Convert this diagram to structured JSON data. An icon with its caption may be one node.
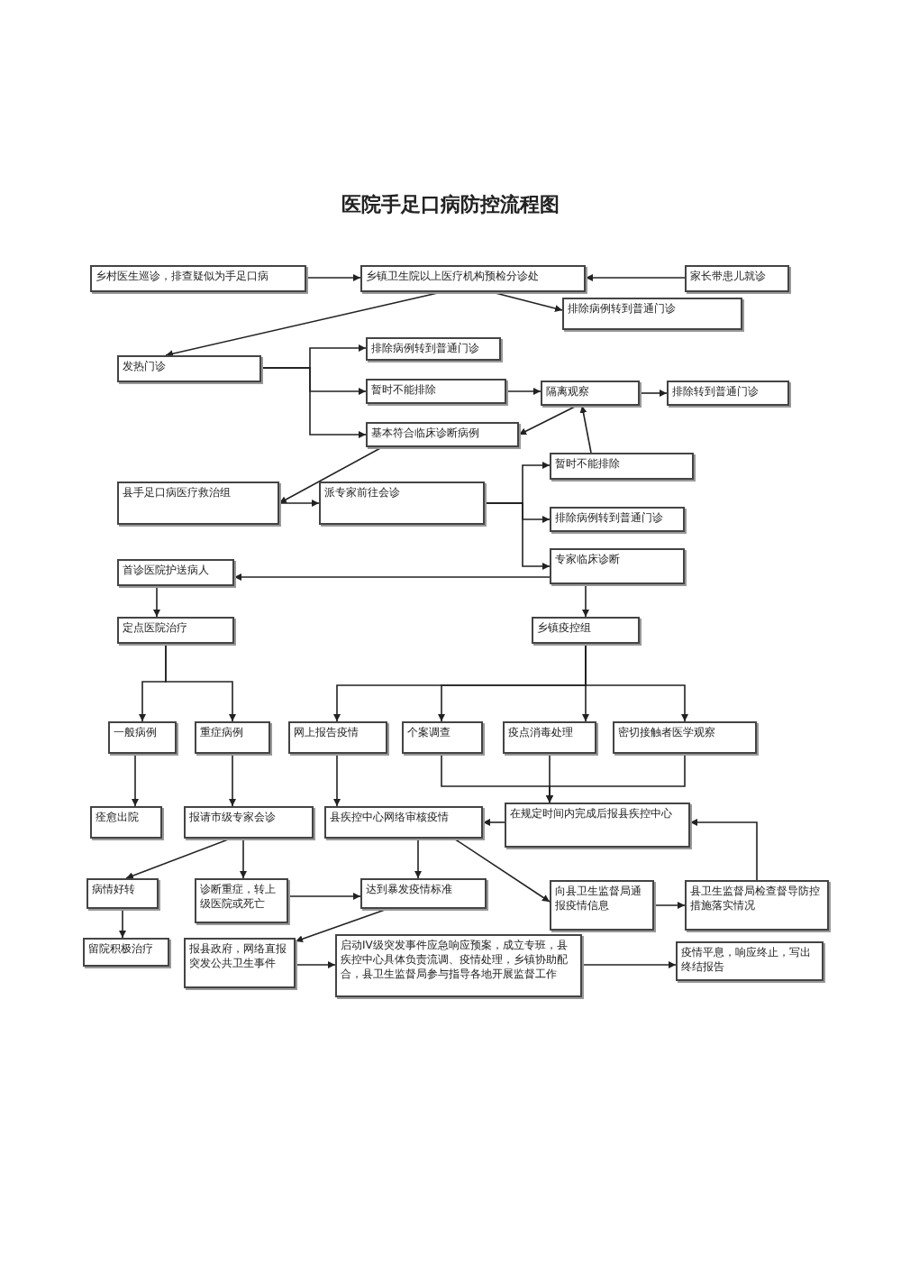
{
  "diagram": {
    "title": "医院手足口病防控流程图",
    "nodes": [
      {
        "text": [
          "乡村医生巡诊，排查疑似为手足口病"
        ]
      },
      {
        "text": [
          "乡镇卫生院以上医疗机构预检分诊处"
        ]
      },
      {
        "text": [
          "家长带患儿就诊"
        ]
      },
      {
        "text": [
          "排除病例转到普通门诊"
        ]
      },
      {
        "text": [
          "发热门诊"
        ]
      },
      {
        "text": [
          "排除病例转到普通门诊"
        ]
      },
      {
        "text": [
          "暂时不能排除"
        ]
      },
      {
        "text": [
          "基本符合临床诊断病例"
        ]
      },
      {
        "text": [
          "隔离观察"
        ]
      },
      {
        "text": [
          "排除转到普通门诊"
        ]
      },
      {
        "text": [
          "暂时不能排除"
        ]
      },
      {
        "text": [
          "县手足口病医疗救治组"
        ]
      },
      {
        "text": [
          "派专家前往会诊"
        ]
      },
      {
        "text": [
          "排除病例转到普通门诊"
        ]
      },
      {
        "text": [
          "专家临床诊断"
        ]
      },
      {
        "text": [
          "首诊医院护送病人"
        ]
      },
      {
        "text": [
          "定点医院治疗"
        ]
      },
      {
        "text": [
          "乡镇疫控组"
        ]
      },
      {
        "text": [
          "一般病例"
        ]
      },
      {
        "text": [
          "重症病例"
        ]
      },
      {
        "text": [
          "网上报告疫情"
        ]
      },
      {
        "text": [
          "个案调查"
        ]
      },
      {
        "text": [
          "疫点消毒处理"
        ]
      },
      {
        "text": [
          "密切接触者医学观察"
        ]
      },
      {
        "text": [
          "痊愈出院"
        ]
      },
      {
        "text": [
          "报请市级专家会诊"
        ]
      },
      {
        "text": [
          "县疾控中心网络审核疫情"
        ]
      },
      {
        "text": [
          "在规定时间内完成后报县疾控中心"
        ]
      },
      {
        "text": [
          "病情好转"
        ]
      },
      {
        "text": [
          "留院积极治疗"
        ]
      },
      {
        "text": [
          "诊断重症，转上级医院或死亡"
        ]
      },
      {
        "text": [
          "达到暴发疫情标准"
        ]
      },
      {
        "text": [
          "向县卫生监督局通报疫情信息"
        ]
      },
      {
        "text": [
          "县卫生监督局检查督导防控措施落实情况"
        ]
      },
      {
        "text": [
          "报县政府，网络直报突发公共卫生事件"
        ]
      },
      {
        "text": [
          "启动IV级突发事件应急响应预案，成立专班，县疾控中心具体负责流调、疫情处理，乡镇协助配合，县卫生监督局参与指导各地开展监督工作"
        ]
      },
      {
        "text": [
          "疫情平息，响应终止，写出终结报告"
        ]
      }
    ],
    "edges": [
      {
        "from": 0,
        "to": 1,
        "arrow": "to"
      },
      {
        "from": 2,
        "to": 1,
        "arrow": "to"
      },
      {
        "from": 1,
        "to": 3,
        "arrow": "to"
      },
      {
        "from": 1,
        "to": 4,
        "arrow": "to"
      },
      {
        "from": 4,
        "to": 5,
        "arrow": "to"
      },
      {
        "from": 4,
        "to": 6,
        "arrow": "to"
      },
      {
        "from": 4,
        "to": 7,
        "arrow": "to"
      },
      {
        "from": 6,
        "to": 8,
        "arrow": "to"
      },
      {
        "from": 8,
        "to": 9,
        "arrow": "to"
      },
      {
        "from": 8,
        "to": 7,
        "arrow": "to"
      },
      {
        "from": 10,
        "to": 8,
        "arrow": "to"
      },
      {
        "from": 7,
        "to": 11,
        "arrow": "to"
      },
      {
        "from": 11,
        "to": 12,
        "arrow": "to"
      },
      {
        "from": 12,
        "to": 10,
        "arrow": "to"
      },
      {
        "from": 12,
        "to": 13,
        "arrow": "to"
      },
      {
        "from": 12,
        "to": 14,
        "arrow": "to"
      },
      {
        "from": 14,
        "to": 15,
        "arrow": "to"
      },
      {
        "from": 14,
        "to": 17,
        "arrow": "to"
      },
      {
        "from": 15,
        "to": 16,
        "arrow": "to"
      },
      {
        "from": 16,
        "to": 18,
        "arrow": "to"
      },
      {
        "from": 16,
        "to": 19,
        "arrow": "to"
      },
      {
        "from": 17,
        "to": 20,
        "arrow": "to"
      },
      {
        "from": 17,
        "to": 21,
        "arrow": "to"
      },
      {
        "from": 17,
        "to": 22,
        "arrow": "to"
      },
      {
        "from": 17,
        "to": 23,
        "arrow": "to"
      },
      {
        "from": 18,
        "to": 24,
        "arrow": "to"
      },
      {
        "from": 19,
        "to": 25,
        "arrow": "to"
      },
      {
        "from": 20,
        "to": 26,
        "arrow": "to"
      },
      {
        "from": 21,
        "to": 27,
        "arrow": "to"
      },
      {
        "from": 22,
        "to": 27,
        "arrow": "to"
      },
      {
        "from": 23,
        "to": 27,
        "arrow": "to"
      },
      {
        "from": 27,
        "to": 26,
        "arrow": "to"
      },
      {
        "from": 25,
        "to": 28,
        "arrow": "to"
      },
      {
        "from": 28,
        "to": 29,
        "arrow": "to"
      },
      {
        "from": 25,
        "to": 30,
        "arrow": "to"
      },
      {
        "from": 30,
        "to": 31,
        "arrow": "to"
      },
      {
        "from": 26,
        "to": 31,
        "arrow": "to"
      },
      {
        "from": 26,
        "to": 32,
        "arrow": "to"
      },
      {
        "from": 31,
        "to": 34,
        "arrow": "to"
      },
      {
        "from": 32,
        "to": 33,
        "arrow": "to"
      },
      {
        "from": 33,
        "to": 27,
        "arrow": "to"
      },
      {
        "from": 34,
        "to": 35,
        "arrow": "to"
      },
      {
        "from": 35,
        "to": 36,
        "arrow": "to"
      }
    ]
  }
}
